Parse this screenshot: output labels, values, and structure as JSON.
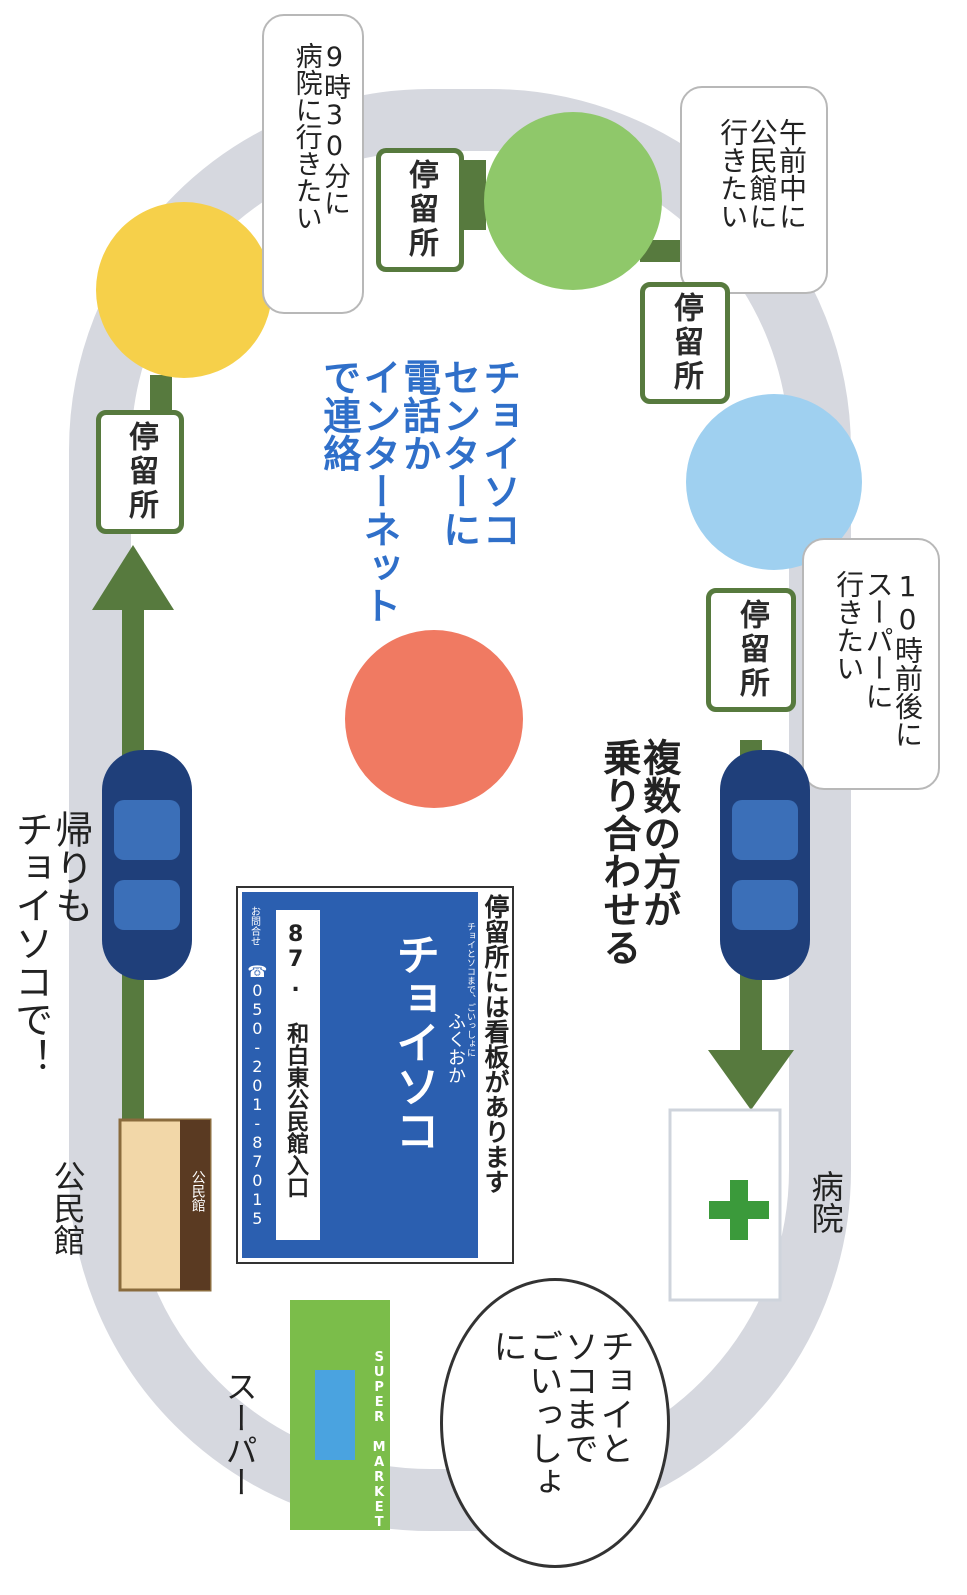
{
  "center_message": [
    "チョイソコ",
    "センターに",
    "電話か",
    "インターネット",
    "で連絡"
  ],
  "bubbles": {
    "community_hall": [
      "午前中に",
      "公民館に",
      "行きたい"
    ],
    "hospital_930": [
      "9時30分に",
      "病院に行きたい"
    ],
    "supermarket_10": [
      "10時前後に",
      "スーパーに",
      "行きたい"
    ]
  },
  "stop_label": "停留所",
  "ride_share_caption": [
    "複数の方が",
    "乗り合わせる"
  ],
  "return_caption": [
    "帰りも",
    "チョイソコで！"
  ],
  "slogan": [
    "チョイと",
    "ソコまで",
    "ごいっしょに"
  ],
  "places": {
    "hospital": "病院",
    "community_hall": "公民館",
    "supermarket": "スーパー"
  },
  "signboard": {
    "caption": "停留所には看板があります",
    "logo": "チョイソコ",
    "logo_sub": "ふくおか",
    "tagline": "チョイとソコまで、ごいっしょに",
    "stop_name": "87. 和白東公民館入口",
    "contact_label": "お問合せ",
    "phone": "☎050-201-87015"
  },
  "building_sign": "公民館",
  "supermarket_sign": "SUPER MARKET",
  "colors": {
    "route": "#d6d8df",
    "arrow": "#577a3e",
    "sign_blue": "#2b5fb0",
    "yellow": "#f6d04a",
    "green": "#8fc86a",
    "light_blue": "#9fd0f0",
    "coral": "#f07a62"
  }
}
